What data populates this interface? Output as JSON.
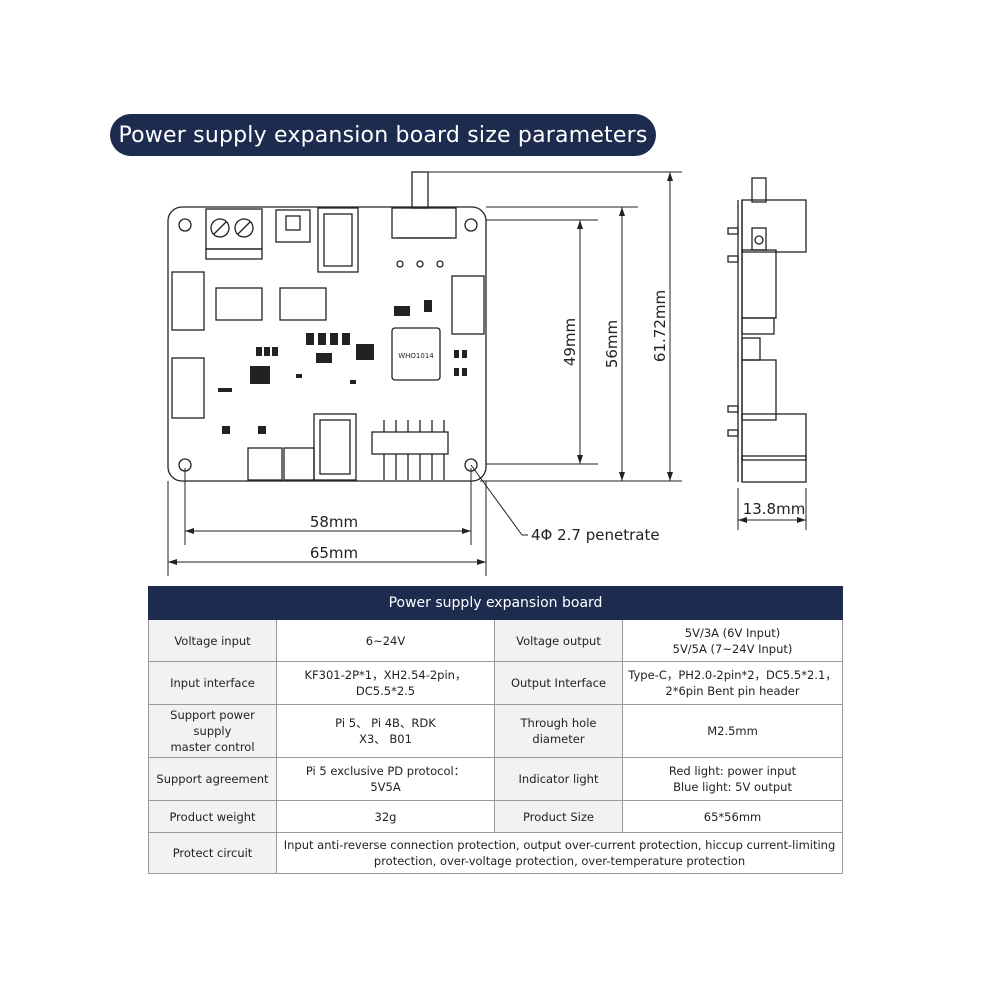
{
  "title": "Power supply expansion board size parameters",
  "dimensions": {
    "d49": "49mm",
    "d56": "56mm",
    "d6172": "61.72mm",
    "d58": "58mm",
    "d65": "65mm",
    "thickness": "13.8mm",
    "hole_note": "4Φ 2.7 penetrate"
  },
  "chip_label": "WHO1014",
  "colors": {
    "banner": "#1d2b4f",
    "board_line": "#222222"
  },
  "table": {
    "header": "Power supply expansion board",
    "rows": [
      [
        "Voltage input",
        "6~24V",
        "Voltage output",
        "5V/3A (6V Input)\n5V/5A (7~24V Input)"
      ],
      [
        "Input interface",
        "KF301-2P*1，XH2.54-2pin，DC5.5*2.5",
        "Output Interface",
        "Type-C，PH2.0-2pin*2，DC5.5*2.1，\n2*6pin Bent pin header"
      ],
      [
        "Support power supply\nmaster control",
        "Pi 5、                    Pi 4B、RDK\nX3、                              B01",
        "Through hole diameter",
        "M2.5mm"
      ],
      [
        "Support agreement",
        "Pi 5 exclusive PD protocol：\n5V5A",
        "Indicator light",
        "Red light: power input\nBlue light: 5V output"
      ],
      [
        "Product weight",
        "32g",
        "Product Size",
        "65*56mm"
      ],
      [
        "Protect circuit",
        "Input anti-reverse connection protection, output over-current protection, hiccup current-limiting\nprotection, over-voltage protection, over-temperature protection"
      ]
    ]
  }
}
